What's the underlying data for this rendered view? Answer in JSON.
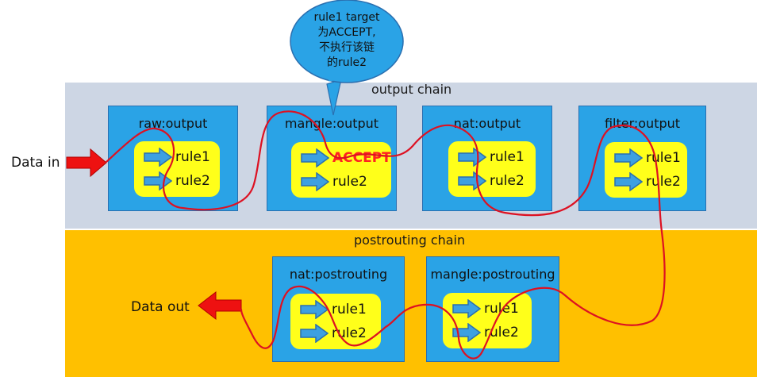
{
  "callout": {
    "lines": [
      "rule1 target",
      "为ACCEPT,",
      "不执行该链",
      "的rule2"
    ]
  },
  "output_chain": {
    "label": "output chain",
    "tables": [
      {
        "name": "raw:output",
        "rules": [
          "rule1",
          "rule2"
        ]
      },
      {
        "name": "mangle:output",
        "rules": [
          "ACCEPT",
          "rule2"
        ]
      },
      {
        "name": "nat:output",
        "rules": [
          "rule1",
          "rule2"
        ]
      },
      {
        "name": "filter:output",
        "rules": [
          "rule1",
          "rule2"
        ]
      }
    ]
  },
  "postrouting_chain": {
    "label": "postrouting chain",
    "tables": [
      {
        "name": "nat:postrouting",
        "rules": [
          "rule1",
          "rule2"
        ]
      },
      {
        "name": "mangle:postrouting",
        "rules": [
          "rule1",
          "rule2"
        ]
      }
    ]
  },
  "io": {
    "data_in": "Data in",
    "data_out": "Data out"
  },
  "colors": {
    "output_band": "#cdd6e4",
    "postrouting_band": "#ffc000",
    "table_fill": "#2aa3e6",
    "rule_fill": "#ffff1a",
    "path_line": "#dd1122",
    "io_arrow": "#ee1111",
    "accept_text": "#ff2222"
  }
}
